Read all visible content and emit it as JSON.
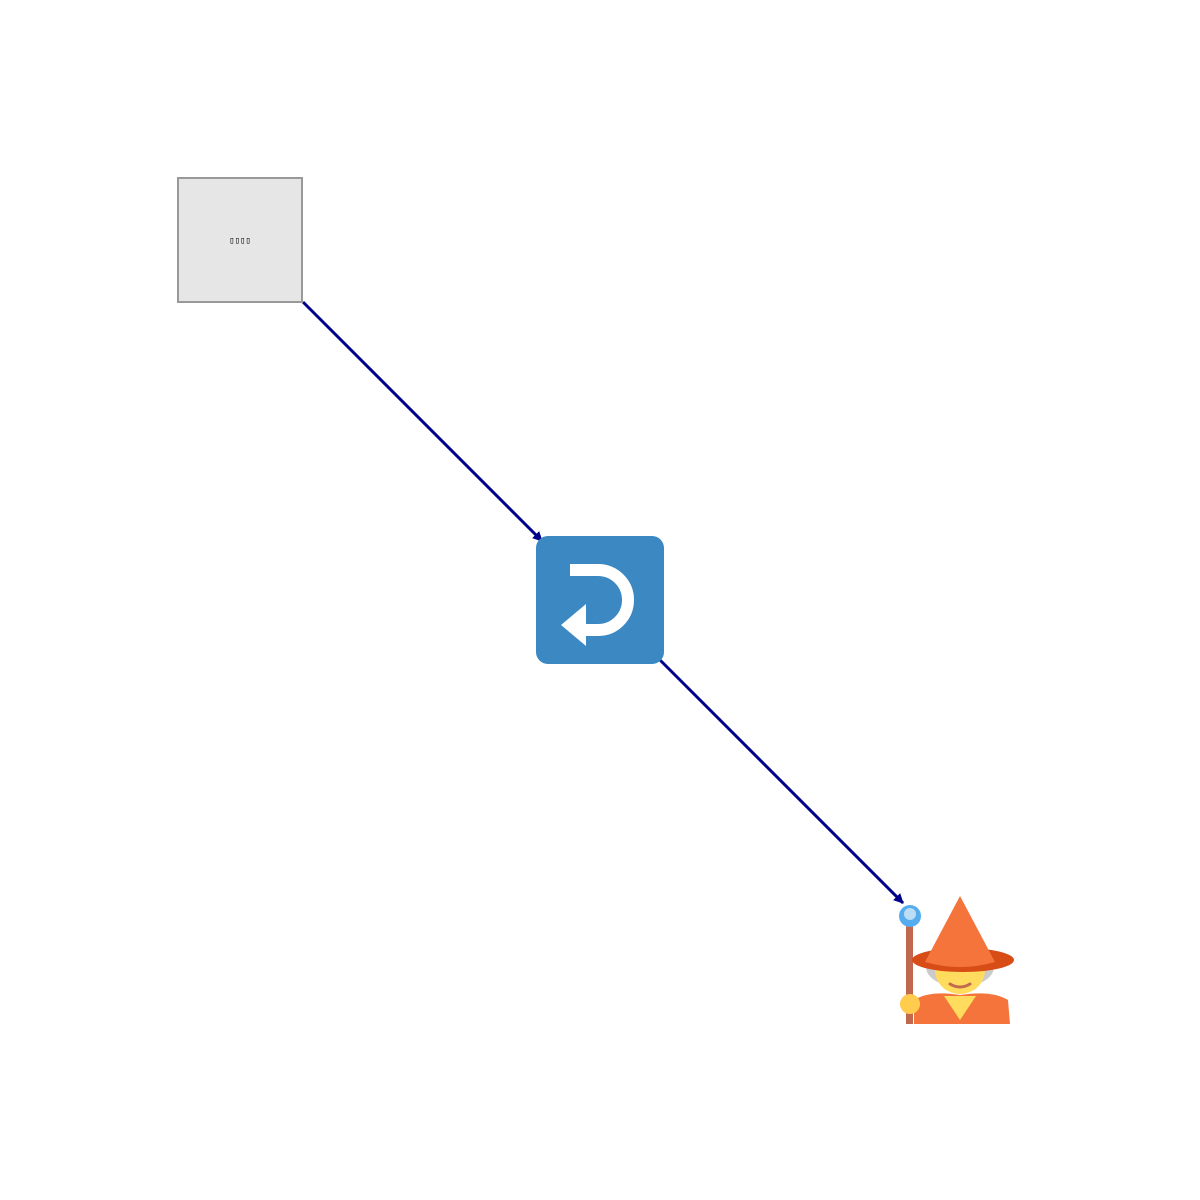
{
  "diagram": {
    "nodes": [
      {
        "id": "placeholder",
        "label": "▯▯▯▯",
        "icon": "missing-glyph-box-icon"
      },
      {
        "id": "return",
        "label": "",
        "icon": "return-arrow-icon"
      },
      {
        "id": "wizard",
        "label": "",
        "icon": "mage-icon"
      }
    ],
    "edges": [
      {
        "from": "placeholder",
        "to": "return"
      },
      {
        "from": "return",
        "to": "wizard"
      }
    ],
    "colors": {
      "edge": "#00008b",
      "placeholder_fill": "#e6e6e6",
      "placeholder_border": "#999999",
      "return_bg": "#3b88c3",
      "wizard_robe": "#f4743b",
      "wizard_skin": "#ffdc5d"
    }
  }
}
